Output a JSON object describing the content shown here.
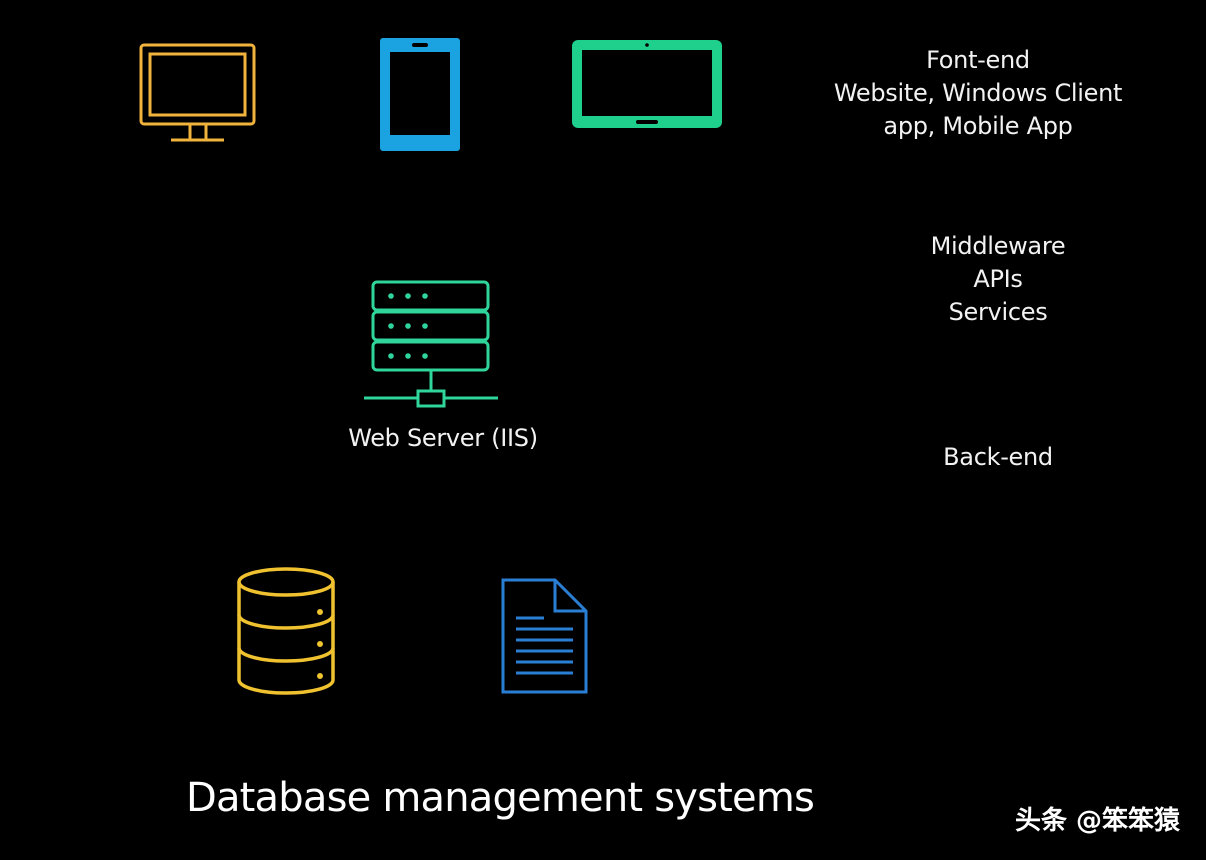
{
  "colors": {
    "background": "#000000",
    "monitor": "#f2b33d",
    "phone": "#1aa3e0",
    "tablet": "#1fcf8c",
    "server": "#2fd59a",
    "database": "#f0c230",
    "document": "#2a7fd4",
    "text": "#f2f2f2"
  },
  "icons": {
    "monitor": "monitor-icon",
    "phone": "phone-icon",
    "tablet": "tablet-icon",
    "server": "server-icon",
    "database": "database-icon",
    "document": "document-icon"
  },
  "labels": {
    "frontend": [
      "Font-end",
      "Website, Windows Client",
      "app, Mobile App"
    ],
    "middleware": [
      "Middleware",
      "APIs",
      "Services"
    ],
    "backend": "Back-end"
  },
  "web_server_caption": "Web Server (IIS)",
  "database_title": "Database management systems",
  "watermark": "头条 @笨笨猿"
}
